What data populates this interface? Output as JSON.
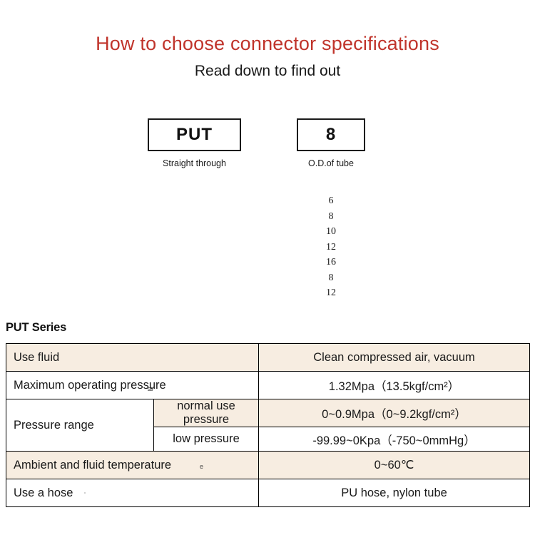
{
  "header": {
    "title": "How to choose connector specifications",
    "subtitle": "Read down to find out",
    "title_color": "#c0342b"
  },
  "selector": {
    "groups": [
      {
        "code": "PUT",
        "caption": "Straight through"
      },
      {
        "code": "8",
        "caption": "O.D.of tube"
      }
    ],
    "od_options": [
      "6",
      "8",
      "10",
      "12",
      "16",
      "8",
      "12"
    ]
  },
  "spec": {
    "heading": "PUT Series",
    "shade_color": "#f7ede1",
    "rows": [
      {
        "label": "Use fluid",
        "value": "Clean compressed air, vacuum"
      },
      {
        "label": "Maximum operating pressure",
        "value": "1.32Mpa（13.5kgf/cm²）"
      },
      {
        "label": "Pressure range",
        "sub_rows": [
          {
            "sub_label": "normal use pressure",
            "value": "0~0.9Mpa（0~9.2kgf/cm²）"
          },
          {
            "sub_label": "low pressure",
            "value": "-99.99~0Kpa（-750~0mmHg）"
          }
        ]
      },
      {
        "label": "Ambient and fluid temperature",
        "value": "0~60℃",
        "stray": "e"
      },
      {
        "label": "Use a hose",
        "value": "PU hose, nylon tube"
      }
    ]
  }
}
